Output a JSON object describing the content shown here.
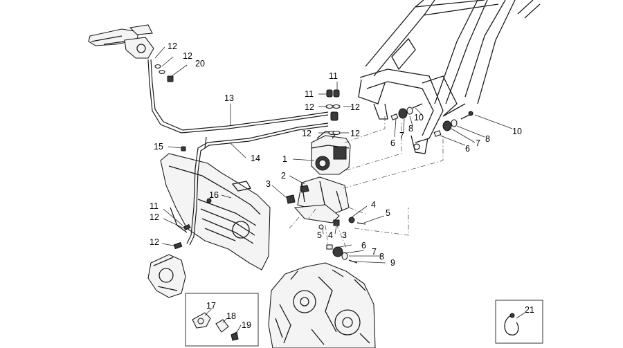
{
  "callouts": [
    {
      "id": "c12a",
      "label": "12"
    },
    {
      "id": "c12b",
      "label": "12"
    },
    {
      "id": "c20",
      "label": "20"
    },
    {
      "id": "c13",
      "label": "13"
    },
    {
      "id": "c15",
      "label": "15"
    },
    {
      "id": "c14",
      "label": "14"
    },
    {
      "id": "c11a",
      "label": "11"
    },
    {
      "id": "c11b",
      "label": "11"
    },
    {
      "id": "c12c",
      "label": "12"
    },
    {
      "id": "c12d",
      "label": "12"
    },
    {
      "id": "c12e",
      "label": "12"
    },
    {
      "id": "c12f",
      "label": "12"
    },
    {
      "id": "c1",
      "label": "1"
    },
    {
      "id": "c2",
      "label": "2"
    },
    {
      "id": "c3a",
      "label": "3"
    },
    {
      "id": "c16",
      "label": "16"
    },
    {
      "id": "c4a",
      "label": "4"
    },
    {
      "id": "c5a",
      "label": "5"
    },
    {
      "id": "c5b",
      "label": "5"
    },
    {
      "id": "c4b",
      "label": "4"
    },
    {
      "id": "c3b",
      "label": "3"
    },
    {
      "id": "c6a",
      "label": "6"
    },
    {
      "id": "c7a",
      "label": "7"
    },
    {
      "id": "c8a",
      "label": "8"
    },
    {
      "id": "c9",
      "label": "9"
    },
    {
      "id": "c11c",
      "label": "11"
    },
    {
      "id": "c12g",
      "label": "12"
    },
    {
      "id": "c12h",
      "label": "12"
    },
    {
      "id": "c6b",
      "label": "6"
    },
    {
      "id": "c7b",
      "label": "7"
    },
    {
      "id": "c8b",
      "label": "8"
    },
    {
      "id": "c10a",
      "label": "10"
    },
    {
      "id": "c10b",
      "label": "10"
    },
    {
      "id": "c8c",
      "label": "8"
    },
    {
      "id": "c7c",
      "label": "7"
    },
    {
      "id": "c6c",
      "label": "6"
    },
    {
      "id": "c17",
      "label": "17"
    },
    {
      "id": "c18",
      "label": "18"
    },
    {
      "id": "c19",
      "label": "19"
    },
    {
      "id": "c21",
      "label": "21"
    }
  ]
}
